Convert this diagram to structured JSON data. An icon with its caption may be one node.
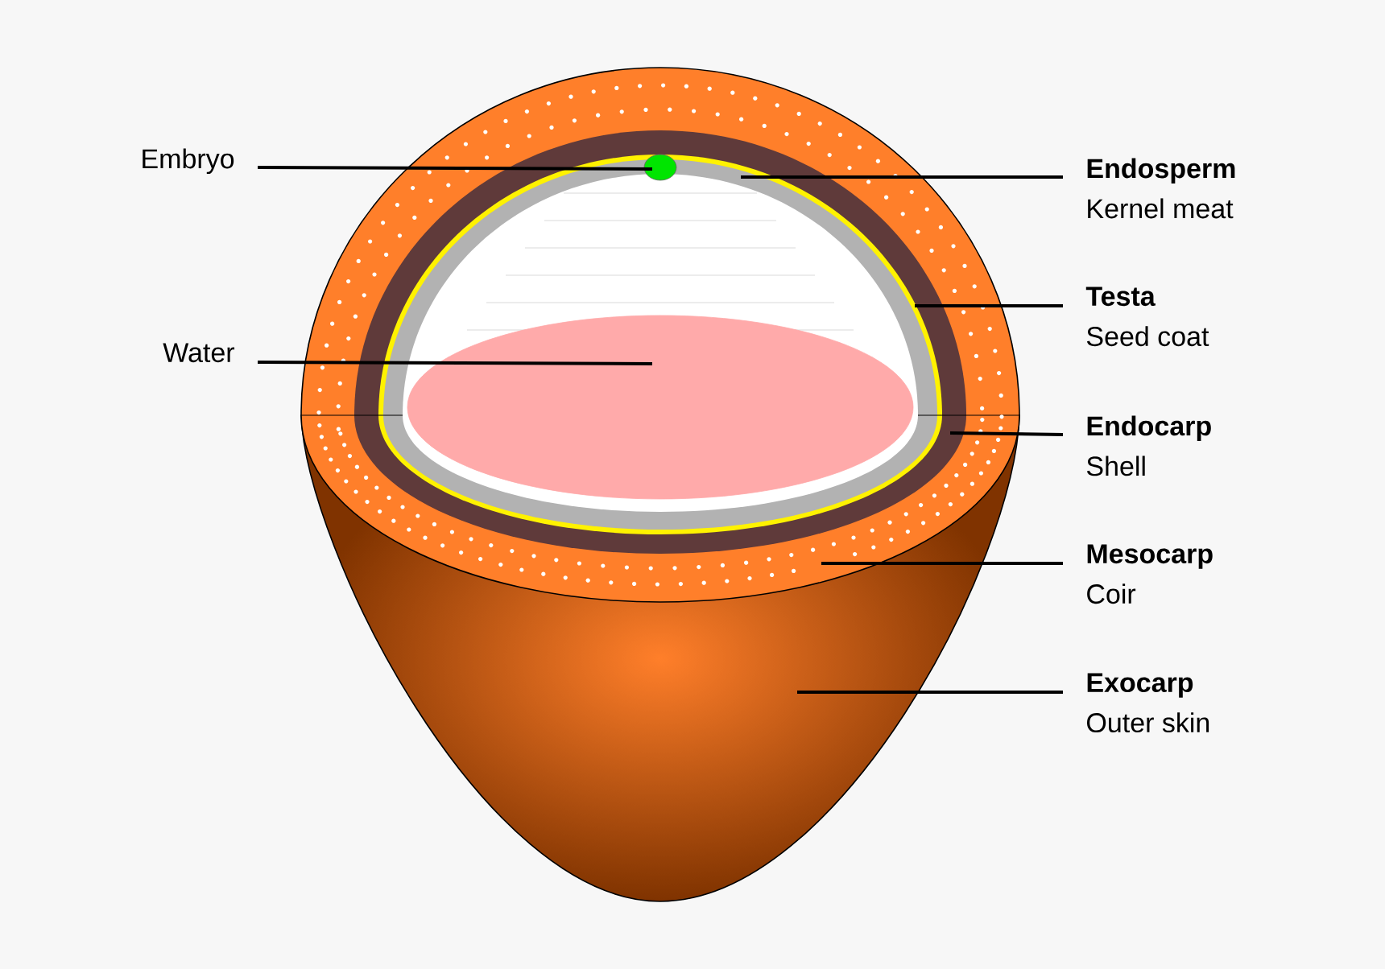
{
  "diagram": {
    "nodes": [
      {
        "text": [
          "Embryo"
        ]
      },
      {
        "text": [
          "Endosperm",
          "Kernel meat"
        ]
      },
      {
        "text": [
          "Testa",
          "Seed coat"
        ]
      },
      {
        "text": [
          "Water"
        ]
      },
      {
        "text": [
          "Endocarp",
          "Shell"
        ]
      },
      {
        "text": [
          "Mesocarp",
          "Coir"
        ]
      },
      {
        "text": [
          "Exocarp",
          "Outer skin"
        ]
      },
      {
        "text": [],
        "shape": "circle"
      },
      {
        "text": [],
        "shape": "circle"
      }
    ],
    "edges": [
      {
        "from": 0,
        "to": 7,
        "arrow": "none"
      },
      {
        "from": 1,
        "to": null,
        "arrow": "none"
      },
      {
        "from": 2,
        "to": null,
        "arrow": "none"
      },
      {
        "from": 3,
        "to": 8,
        "arrow": "none"
      },
      {
        "from": 4,
        "to": null,
        "arrow": "none"
      },
      {
        "from": 5,
        "to": null,
        "arrow": "none"
      },
      {
        "from": 6,
        "to": null,
        "arrow": "none"
      }
    ]
  }
}
